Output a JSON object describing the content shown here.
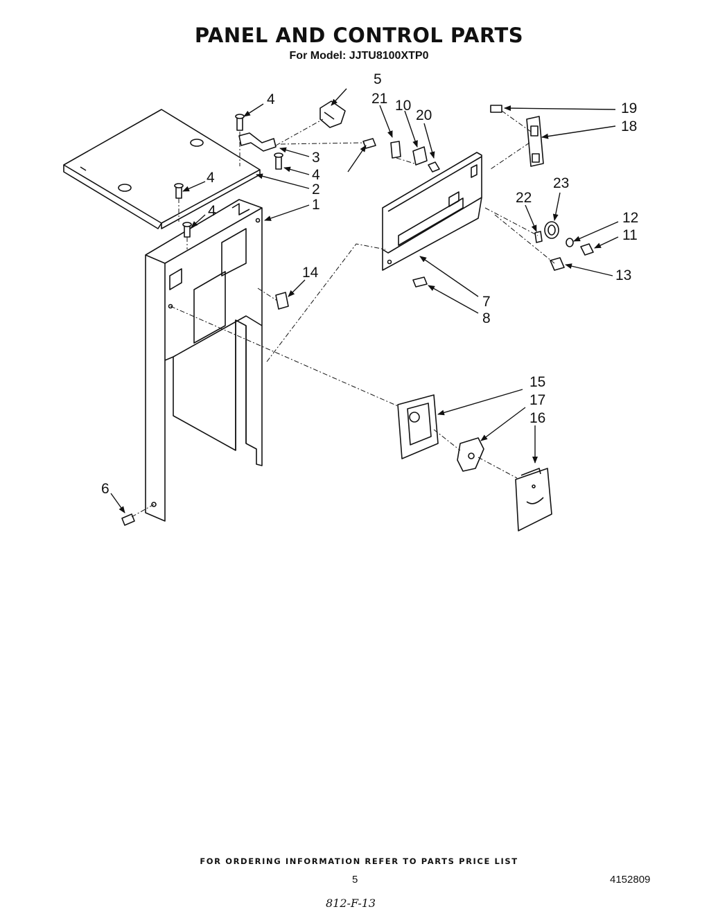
{
  "header": {
    "title": "PANEL AND CONTROL PARTS",
    "subtitle": "For Model: JJTU8100XTP0"
  },
  "callouts": [
    {
      "id": "c5",
      "label": "5"
    },
    {
      "id": "c4a",
      "label": "4"
    },
    {
      "id": "c21",
      "label": "21"
    },
    {
      "id": "c10",
      "label": "10"
    },
    {
      "id": "c20",
      "label": "20"
    },
    {
      "id": "c19",
      "label": "19"
    },
    {
      "id": "c18",
      "label": "18"
    },
    {
      "id": "c3",
      "label": "3"
    },
    {
      "id": "c4b",
      "label": "4"
    },
    {
      "id": "c4c",
      "label": "4"
    },
    {
      "id": "c2",
      "label": "2"
    },
    {
      "id": "c4d",
      "label": "4"
    },
    {
      "id": "c1",
      "label": "1"
    },
    {
      "id": "c23",
      "label": "23"
    },
    {
      "id": "c22",
      "label": "22"
    },
    {
      "id": "c12",
      "label": "12"
    },
    {
      "id": "c11",
      "label": "11"
    },
    {
      "id": "c13",
      "label": "13"
    },
    {
      "id": "c14",
      "label": "14"
    },
    {
      "id": "c7",
      "label": "7"
    },
    {
      "id": "c8",
      "label": "8"
    },
    {
      "id": "c15",
      "label": "15"
    },
    {
      "id": "c17",
      "label": "17"
    },
    {
      "id": "c16",
      "label": "16"
    },
    {
      "id": "c6",
      "label": "6"
    }
  ],
  "footer": {
    "ordering_note": "FOR ORDERING INFORMATION REFER TO PARTS PRICE LIST",
    "page_number": "5",
    "document_number": "4152809",
    "handwritten_note": "812-F-13"
  }
}
